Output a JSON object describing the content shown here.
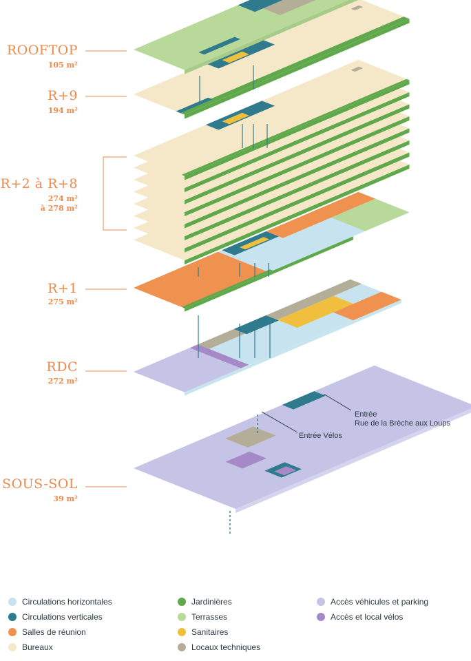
{
  "floors": {
    "rooftop": {
      "name": "ROOFTOP",
      "area": "105 m²"
    },
    "r9": {
      "name": "R+9",
      "area": "194 m²"
    },
    "r2r8": {
      "name": "R+2 à R+8",
      "area_line1": "274 m²",
      "area_line2": "à 278 m²"
    },
    "r1": {
      "name": "R+1",
      "area": "275 m²"
    },
    "rdc": {
      "name": "RDC",
      "area": "272 m²"
    },
    "soussol": {
      "name": "SOUS-SOL",
      "area": "39 m²"
    }
  },
  "annotations": {
    "entree_line1": "Entrée",
    "entree_line2": "Rue de la Brèche aux Loups",
    "entree_velos": "Entrée Vélos"
  },
  "colors": {
    "circ_h": "#c7e3ef",
    "circ_v": "#2f7a8c",
    "reunion": "#ef9250",
    "bureaux": "#f4e8c8",
    "jardin": "#5fa84c",
    "terrasse": "#b9d99a",
    "sanitaire": "#f1bf3e",
    "technique": "#b4ae98",
    "parking": "#c5c4e6",
    "velo": "#a68ac8",
    "label": "#ee8a4c",
    "text": "#2b3a44"
  },
  "legend": [
    {
      "label": "Circulations horizontales",
      "color": "#c7e3ef"
    },
    {
      "label": "Circulations verticales",
      "color": "#2f7a8c"
    },
    {
      "label": "Salles de réunion",
      "color": "#ef9250"
    },
    {
      "label": "Bureaux",
      "color": "#f4e8c8"
    },
    {
      "label": "Jardinières",
      "color": "#5fa84c"
    },
    {
      "label": "Terrasses",
      "color": "#b9d99a"
    },
    {
      "label": "Sanitaires",
      "color": "#f1bf3e"
    },
    {
      "label": "Locaux techniques",
      "color": "#b4ae98"
    },
    {
      "label": "Accès véhicules et parking",
      "color": "#c5c4e6"
    },
    {
      "label": "Accès et local vélos",
      "color": "#a68ac8"
    }
  ]
}
